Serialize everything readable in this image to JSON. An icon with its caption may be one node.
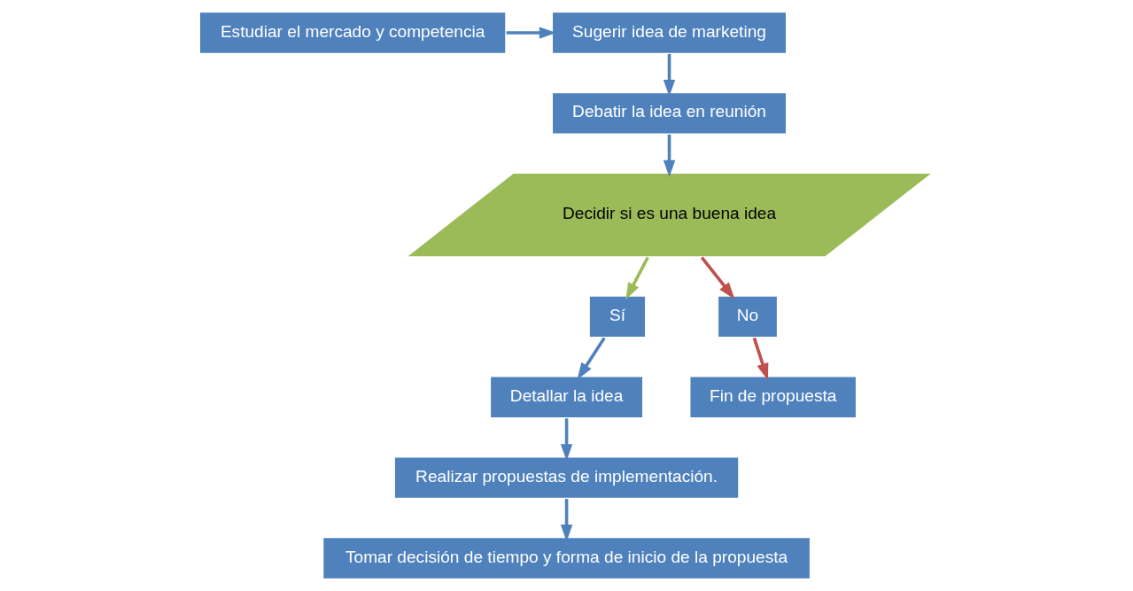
{
  "diagram": {
    "nodes": [
      {
        "text": [
          "Estudiar el mercado y competencia"
        ]
      },
      {
        "text": [
          "Sugerir idea de marketing"
        ]
      },
      {
        "text": [
          "Debatir la idea en reunión"
        ]
      },
      {
        "text": [
          "Decidir si es una buena idea"
        ]
      },
      {
        "text": [
          "Sí"
        ]
      },
      {
        "text": [
          "No"
        ]
      },
      {
        "text": [
          "Detallar la idea"
        ]
      },
      {
        "text": [
          "Fin de propuesta"
        ]
      },
      {
        "text": [
          "Realizar propuestas de implementación."
        ]
      },
      {
        "text": [
          "Tomar decisión de tiempo y forma de inicio de la propuesta"
        ]
      }
    ],
    "edges": [
      {
        "from": 0,
        "to": 1,
        "arrow": "to"
      },
      {
        "from": 1,
        "to": 2,
        "arrow": "to"
      },
      {
        "from": 2,
        "to": 3,
        "arrow": "to"
      },
      {
        "from": 3,
        "to": 4,
        "arrow": "to",
        "color": "#9bbb59"
      },
      {
        "from": 3,
        "to": 5,
        "arrow": "to",
        "color": "#c0504d"
      },
      {
        "from": 4,
        "to": 6,
        "arrow": "to"
      },
      {
        "from": 5,
        "to": 7,
        "arrow": "to",
        "color": "#c0504d"
      },
      {
        "from": 6,
        "to": 8,
        "arrow": "to"
      },
      {
        "from": 8,
        "to": 9,
        "arrow": "to"
      }
    ]
  }
}
